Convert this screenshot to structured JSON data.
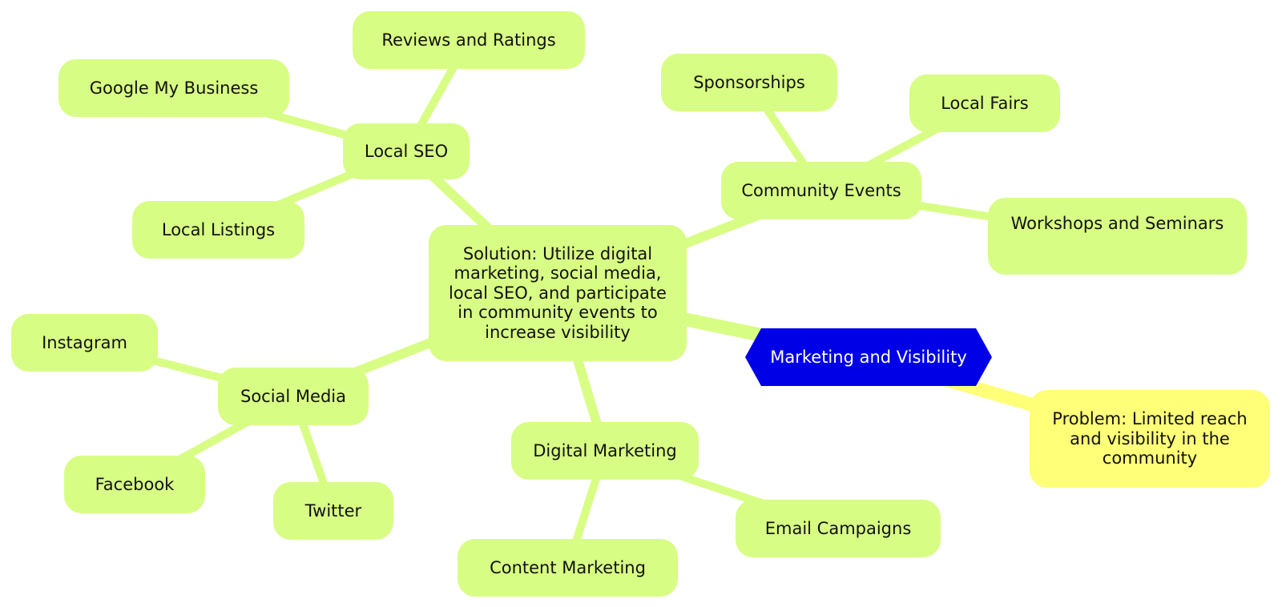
{
  "diagram": {
    "type": "mindmap",
    "colors": {
      "branch": "#d8fd84",
      "problem": "#ffff78",
      "root": "#0000e6",
      "root_text": "#ffffff",
      "text": "#111111"
    },
    "root": {
      "id": "root",
      "label": "Marketing and Visibility"
    },
    "nodes": [
      {
        "id": "problem",
        "label": "Problem: Limited reach and visibility in the community",
        "parent": "root"
      },
      {
        "id": "solution",
        "label": "Solution: Utilize digital marketing, social media, local SEO, and participate in community events to increase visibility",
        "parent": "root"
      },
      {
        "id": "local-seo",
        "label": "Local SEO",
        "parent": "solution"
      },
      {
        "id": "google-my-business",
        "label": "Google My Business",
        "parent": "local-seo"
      },
      {
        "id": "reviews-and-ratings",
        "label": "Reviews and Ratings",
        "parent": "local-seo"
      },
      {
        "id": "local-listings",
        "label": "Local Listings",
        "parent": "local-seo"
      },
      {
        "id": "community-events",
        "label": "Community Events",
        "parent": "solution"
      },
      {
        "id": "sponsorships",
        "label": "Sponsorships",
        "parent": "community-events"
      },
      {
        "id": "local-fairs",
        "label": "Local Fairs",
        "parent": "community-events"
      },
      {
        "id": "workshops-and-seminars",
        "label": "Workshops and Seminars",
        "parent": "community-events"
      },
      {
        "id": "social-media",
        "label": "Social Media",
        "parent": "solution"
      },
      {
        "id": "instagram",
        "label": "Instagram",
        "parent": "social-media"
      },
      {
        "id": "facebook",
        "label": "Facebook",
        "parent": "social-media"
      },
      {
        "id": "twitter",
        "label": "Twitter",
        "parent": "social-media"
      },
      {
        "id": "digital-marketing",
        "label": "Digital Marketing",
        "parent": "solution"
      },
      {
        "id": "email-campaigns",
        "label": "Email Campaigns",
        "parent": "digital-marketing"
      },
      {
        "id": "content-marketing",
        "label": "Content Marketing",
        "parent": "digital-marketing"
      }
    ]
  }
}
